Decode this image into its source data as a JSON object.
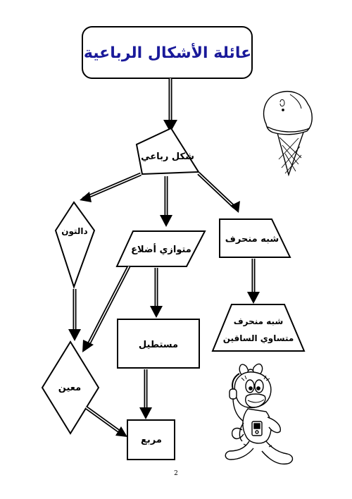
{
  "title": "عائلة الأشكال الرباعية",
  "nodes": {
    "quadrilateral": "شكل رباعي",
    "kite": "دالتون",
    "parallelogram": "متوازي أضلاع",
    "trapezoid": "شبه منحرف",
    "isosceles_line1": "شبه منحرف",
    "isosceles_line2": "متساوي الساقين",
    "rectangle": "مستطيل",
    "rhombus": "معين",
    "square": "مربع"
  },
  "page_number": "2",
  "illustrations": [
    "ice-cream-icon",
    "daisy-duck-icon"
  ]
}
